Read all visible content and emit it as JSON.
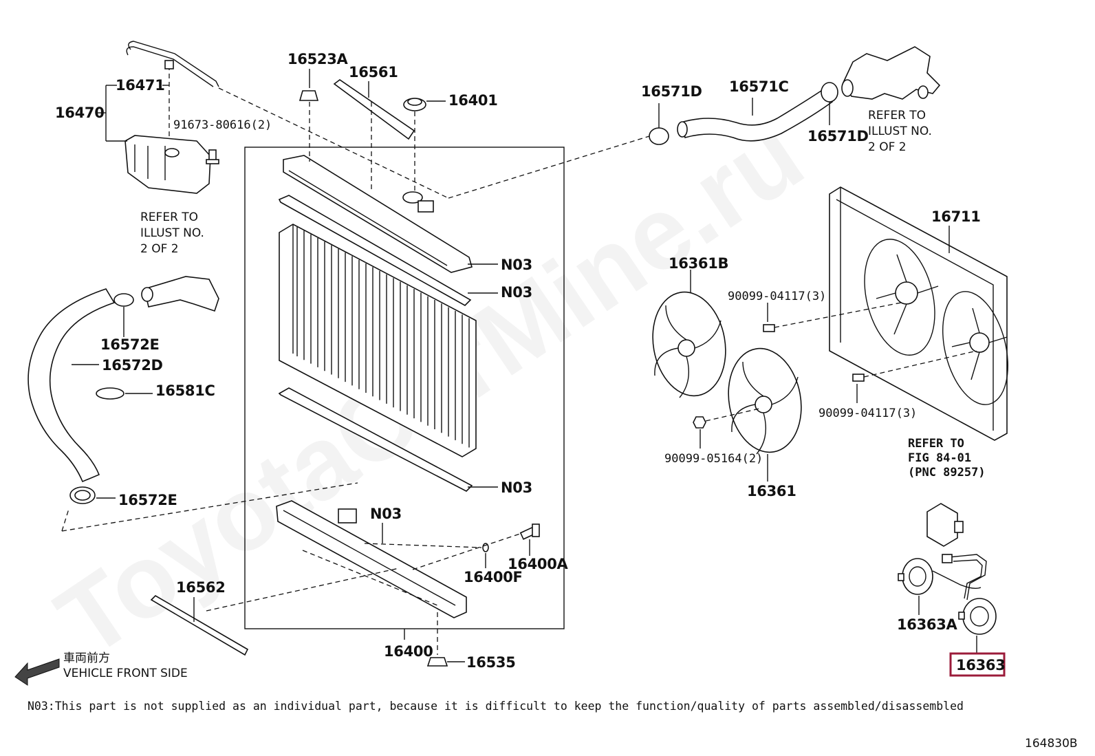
{
  "watermark": "ToyotaCarMine.ru",
  "labels": {
    "p16471": "16471",
    "p16470": "16470",
    "p91673": "91673-80616(2)",
    "p16523A": "16523A",
    "p16561": "16561",
    "p16401": "16401",
    "p16571D_a": "16571D",
    "p16571C": "16571C",
    "p16571D_b": "16571D",
    "p16711": "16711",
    "p16361B": "16361B",
    "p90099_04117_a": "90099-04117(3)",
    "p90099_04117_b": "90099-04117(3)",
    "p90099_05164": "90099-05164(2)",
    "p16361": "16361",
    "p16572E_a": "16572E",
    "p16572D": "16572D",
    "p16581C": "16581C",
    "p16572E_b": "16572E",
    "n03_a": "N03",
    "n03_b": "N03",
    "n03_c": "N03",
    "n03_d": "N03",
    "p16400A": "16400A",
    "p16400F": "16400F",
    "p16562": "16562",
    "p16400": "16400",
    "p16535": "16535",
    "p16363A": "16363A",
    "p16363": "16363"
  },
  "refer_blocks": {
    "left": [
      "REFER TO",
      "ILLUST NO.",
      "2 OF 2"
    ],
    "top_right": [
      "REFER TO",
      "ILLUST NO.",
      "2 OF 2"
    ],
    "right": [
      "REFER  TO",
      "FIG  84-01",
      "(PNC  89257)"
    ]
  },
  "direction": {
    "japanese": "車両前方",
    "english": "VEHICLE FRONT SIDE"
  },
  "note": "N03:This part is not supplied as an individual part, because it is difficult to keep the function/quality of parts assembled/disassembled",
  "diagram_code": "164830B",
  "highlight_color": "#9b1b3a"
}
